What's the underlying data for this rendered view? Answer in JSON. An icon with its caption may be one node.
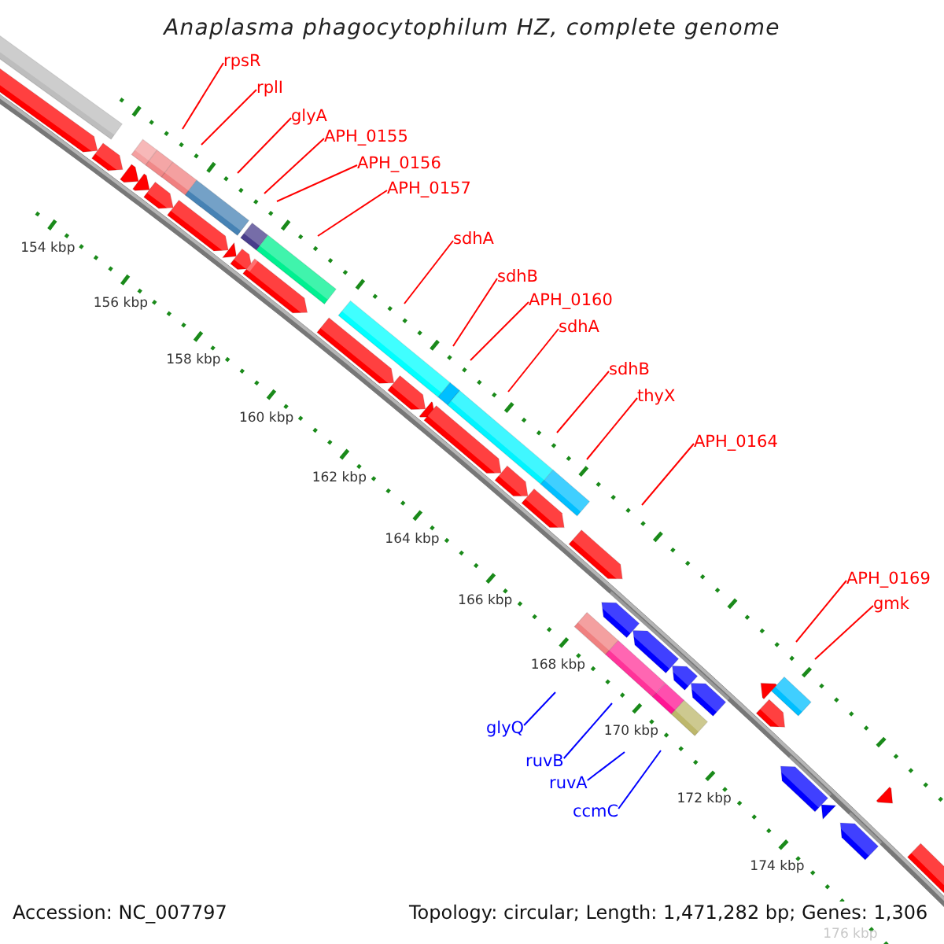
{
  "diagram": {
    "title": "Anaplasma phagocytophilum HZ, complete genome",
    "nodes": [
      {
        "text": [
          "rpsR"
        ]
      },
      {
        "text": [
          "rplI"
        ]
      },
      {
        "text": [
          "glyA"
        ]
      },
      {
        "text": [
          "APH_0155"
        ]
      },
      {
        "text": [
          "APH_0156"
        ]
      },
      {
        "text": [
          "APH_0157"
        ]
      },
      {
        "text": [
          "sdhA"
        ]
      },
      {
        "text": [
          "sdhB"
        ]
      },
      {
        "text": [
          "APH_0160"
        ]
      },
      {
        "text": [
          "sdhA"
        ]
      },
      {
        "text": [
          "sdhB"
        ]
      },
      {
        "text": [
          "thyX"
        ]
      },
      {
        "text": [
          "APH_0164"
        ]
      },
      {
        "text": [
          "APH_0169"
        ]
      },
      {
        "text": [
          "gmk"
        ]
      },
      {
        "text": [
          "glyQ"
        ]
      },
      {
        "text": [
          "ruvB"
        ]
      },
      {
        "text": [
          "ruvA"
        ]
      },
      {
        "text": [
          "ccmC"
        ]
      }
    ],
    "edges": [
      {
        "from": 0,
        "to": null,
        "arrow": "none"
      },
      {
        "from": 1,
        "to": null,
        "arrow": "none"
      },
      {
        "from": 2,
        "to": null,
        "arrow": "none"
      },
      {
        "from": 3,
        "to": null,
        "arrow": "none"
      },
      {
        "from": 4,
        "to": null,
        "arrow": "none"
      },
      {
        "from": 5,
        "to": null,
        "arrow": "none"
      },
      {
        "from": 6,
        "to": null,
        "arrow": "none"
      },
      {
        "from": 7,
        "to": null,
        "arrow": "none"
      },
      {
        "from": 8,
        "to": null,
        "arrow": "none"
      },
      {
        "from": 9,
        "to": null,
        "arrow": "none"
      },
      {
        "from": 10,
        "to": null,
        "arrow": "none"
      },
      {
        "from": 11,
        "to": null,
        "arrow": "none"
      },
      {
        "from": 12,
        "to": null,
        "arrow": "none"
      },
      {
        "from": 13,
        "to": null,
        "arrow": "none"
      },
      {
        "from": 14,
        "to": null,
        "arrow": "none"
      },
      {
        "from": 15,
        "to": null,
        "arrow": "none",
        "color": "#0000ff"
      },
      {
        "from": 16,
        "to": null,
        "arrow": "none",
        "color": "#0000ff"
      },
      {
        "from": 17,
        "to": null,
        "arrow": "none",
        "color": "#0000ff"
      },
      {
        "from": 18,
        "to": null,
        "arrow": "none",
        "color": "#0000ff"
      }
    ],
    "labels": [
      "154 kbp",
      "156 kbp",
      "158 kbp",
      "160 kbp",
      "162 kbp",
      "164 kbp",
      "166 kbp",
      "168 kbp",
      "170 kbp",
      "172 kbp",
      "174 kbp",
      "176 kbp",
      "Accession: NC_007797",
      "Topology: circular; Length: 1,471,282 bp; Genes: 1,306"
    ]
  }
}
